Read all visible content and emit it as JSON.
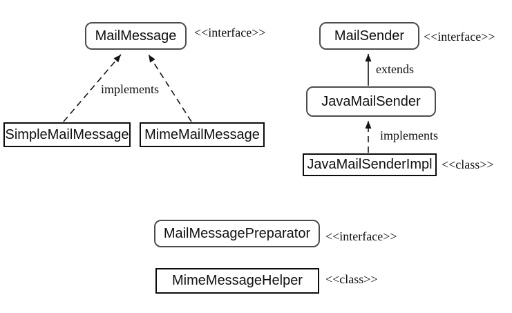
{
  "diagram": {
    "background": "#ffffff",
    "colors": {
      "connector_line": "#141414",
      "rounded_box_border": "#4c4c4c",
      "rect_box_border": "#0c0c0c",
      "text": "#101010"
    },
    "nodes": {
      "mailMessage": {
        "label": "MailMessage",
        "stereotype": "<<interface>>",
        "shape": "rounded"
      },
      "mailSender": {
        "label": "MailSender",
        "stereotype": "<<interface>>",
        "shape": "rounded"
      },
      "javaMailSender": {
        "label": "JavaMailSender",
        "shape": "rounded"
      },
      "simpleMailMessage": {
        "label": "SimpleMailMessage",
        "shape": "rect"
      },
      "mimeMailMessage": {
        "label": "MimeMailMessage",
        "shape": "rect"
      },
      "javaMailSenderImpl": {
        "label": "JavaMailSenderImpl",
        "stereotype": "<<class>>",
        "shape": "rect"
      },
      "mailMessagePreparator": {
        "label": "MailMessagePreparator",
        "stereotype": "<<interface>>",
        "shape": "rounded"
      },
      "mimeMessageHelper": {
        "label": "MimeMessageHelper",
        "stereotype": "<<class>>",
        "shape": "rect"
      }
    },
    "edges": [
      {
        "from": "SimpleMailMessage",
        "to": "MailMessage",
        "style": "dashed-arrow",
        "label": "implements"
      },
      {
        "from": "MimeMailMessage",
        "to": "MailMessage",
        "style": "dashed-arrow"
      },
      {
        "from": "JavaMailSender",
        "to": "MailSender",
        "style": "solid-arrow",
        "label": "extends"
      },
      {
        "from": "JavaMailSenderImpl",
        "to": "JavaMailSender",
        "style": "dashed-arrow",
        "label": "implements"
      }
    ]
  }
}
